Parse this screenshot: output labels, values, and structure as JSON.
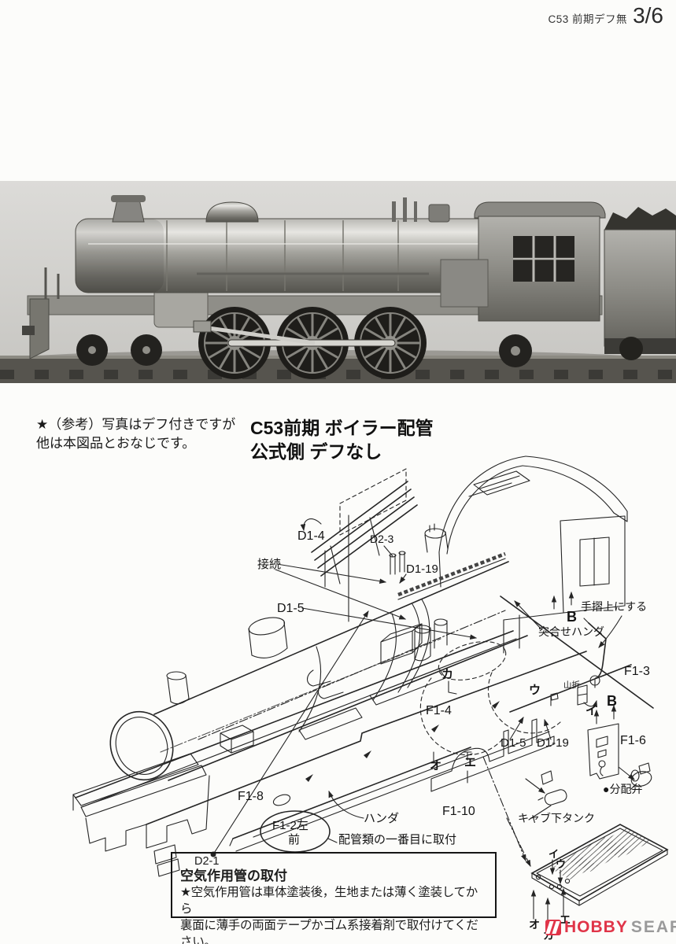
{
  "header": {
    "model_label": "C53 前期デフ無",
    "sheet_number": "3/6"
  },
  "reference_note": {
    "line1": "★（参考）写真はデフ付きですが",
    "line2": "他は本図品とおなじです。"
  },
  "section_title": {
    "line1": "C53前期 ボイラー配管",
    "line2": "公式側 デフなし"
  },
  "diagram": {
    "labels": [
      "D1-4",
      "D2-3",
      "接続",
      "D1-19",
      "D1-5",
      "B",
      "手摺上にする",
      "突合せハンダ",
      "F1-3",
      "山折",
      "ウ",
      "カ",
      "イ",
      "B",
      "F1-4",
      "D1-5",
      "D1-19",
      "F1-6",
      "●分配弁",
      "オ",
      "エ",
      "F1-8",
      "ハンダ",
      "F1-2左",
      "前",
      "配管類の一番目に取付",
      "F1-10",
      "キャブ下タンク",
      "イ",
      "ウ",
      "オ",
      "カ",
      "エ"
    ]
  },
  "instruction_box": {
    "part_ref": "D2-1",
    "heading": "空気作用管の取付",
    "line1": "★空気作用管は車体塗装後，生地または薄く塗装してから",
    "line2": "裏面に薄手の両面テープかゴム系接着剤で取付けてください。"
  },
  "watermark": {
    "brand_primary": "HOBBY",
    "brand_secondary": "SEARCH"
  },
  "colors": {
    "logo_red": "#e03448",
    "logo_gray": "#9a9a9a",
    "line": "#252525"
  }
}
